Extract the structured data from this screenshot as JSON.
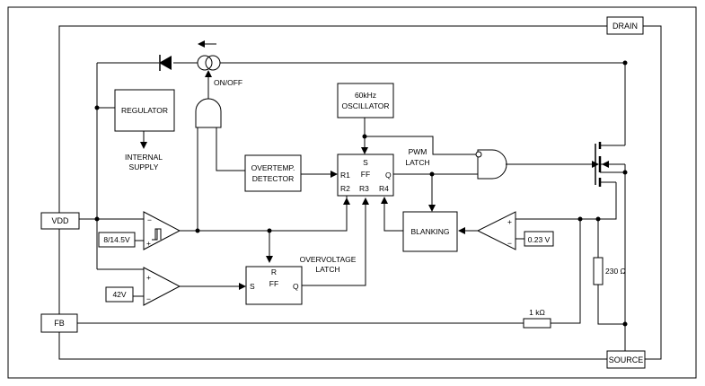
{
  "pins": {
    "drain": "DRAIN",
    "source": "SOURCE",
    "vdd": "VDD",
    "fb": "FB"
  },
  "blocks": {
    "regulator": "REGULATOR",
    "internal_supply_1": "INTERNAL",
    "internal_supply_2": "SUPPLY",
    "oscillator_1": "60kHz",
    "oscillator_2": "OSCILLATOR",
    "overtemp_1": "OVERTEMP.",
    "overtemp_2": "DETECTOR",
    "blanking": "BLANKING",
    "pwm_latch_1": "PWM",
    "pwm_latch_2": "LATCH",
    "ovp_latch_1": "OVERVOLTAGE",
    "ovp_latch_2": "LATCH",
    "on_off": "ON/OFF"
  },
  "pwm_ff": {
    "s": "S",
    "ff": "FF",
    "q": "Q",
    "r1": "R1",
    "r2": "R2",
    "r3": "R3",
    "r4": "R4"
  },
  "ovp_ff": {
    "r": "R",
    "ff": "FF",
    "s": "S",
    "q": "Q"
  },
  "references": {
    "uvlo": "8/14.5V",
    "ovp": "42V",
    "current_sense": "0.23 V"
  },
  "components": {
    "r_sense": "230 Ω",
    "r_fb": "1 kΩ"
  },
  "comparator_signs": {
    "plus": "+",
    "minus": "−"
  }
}
